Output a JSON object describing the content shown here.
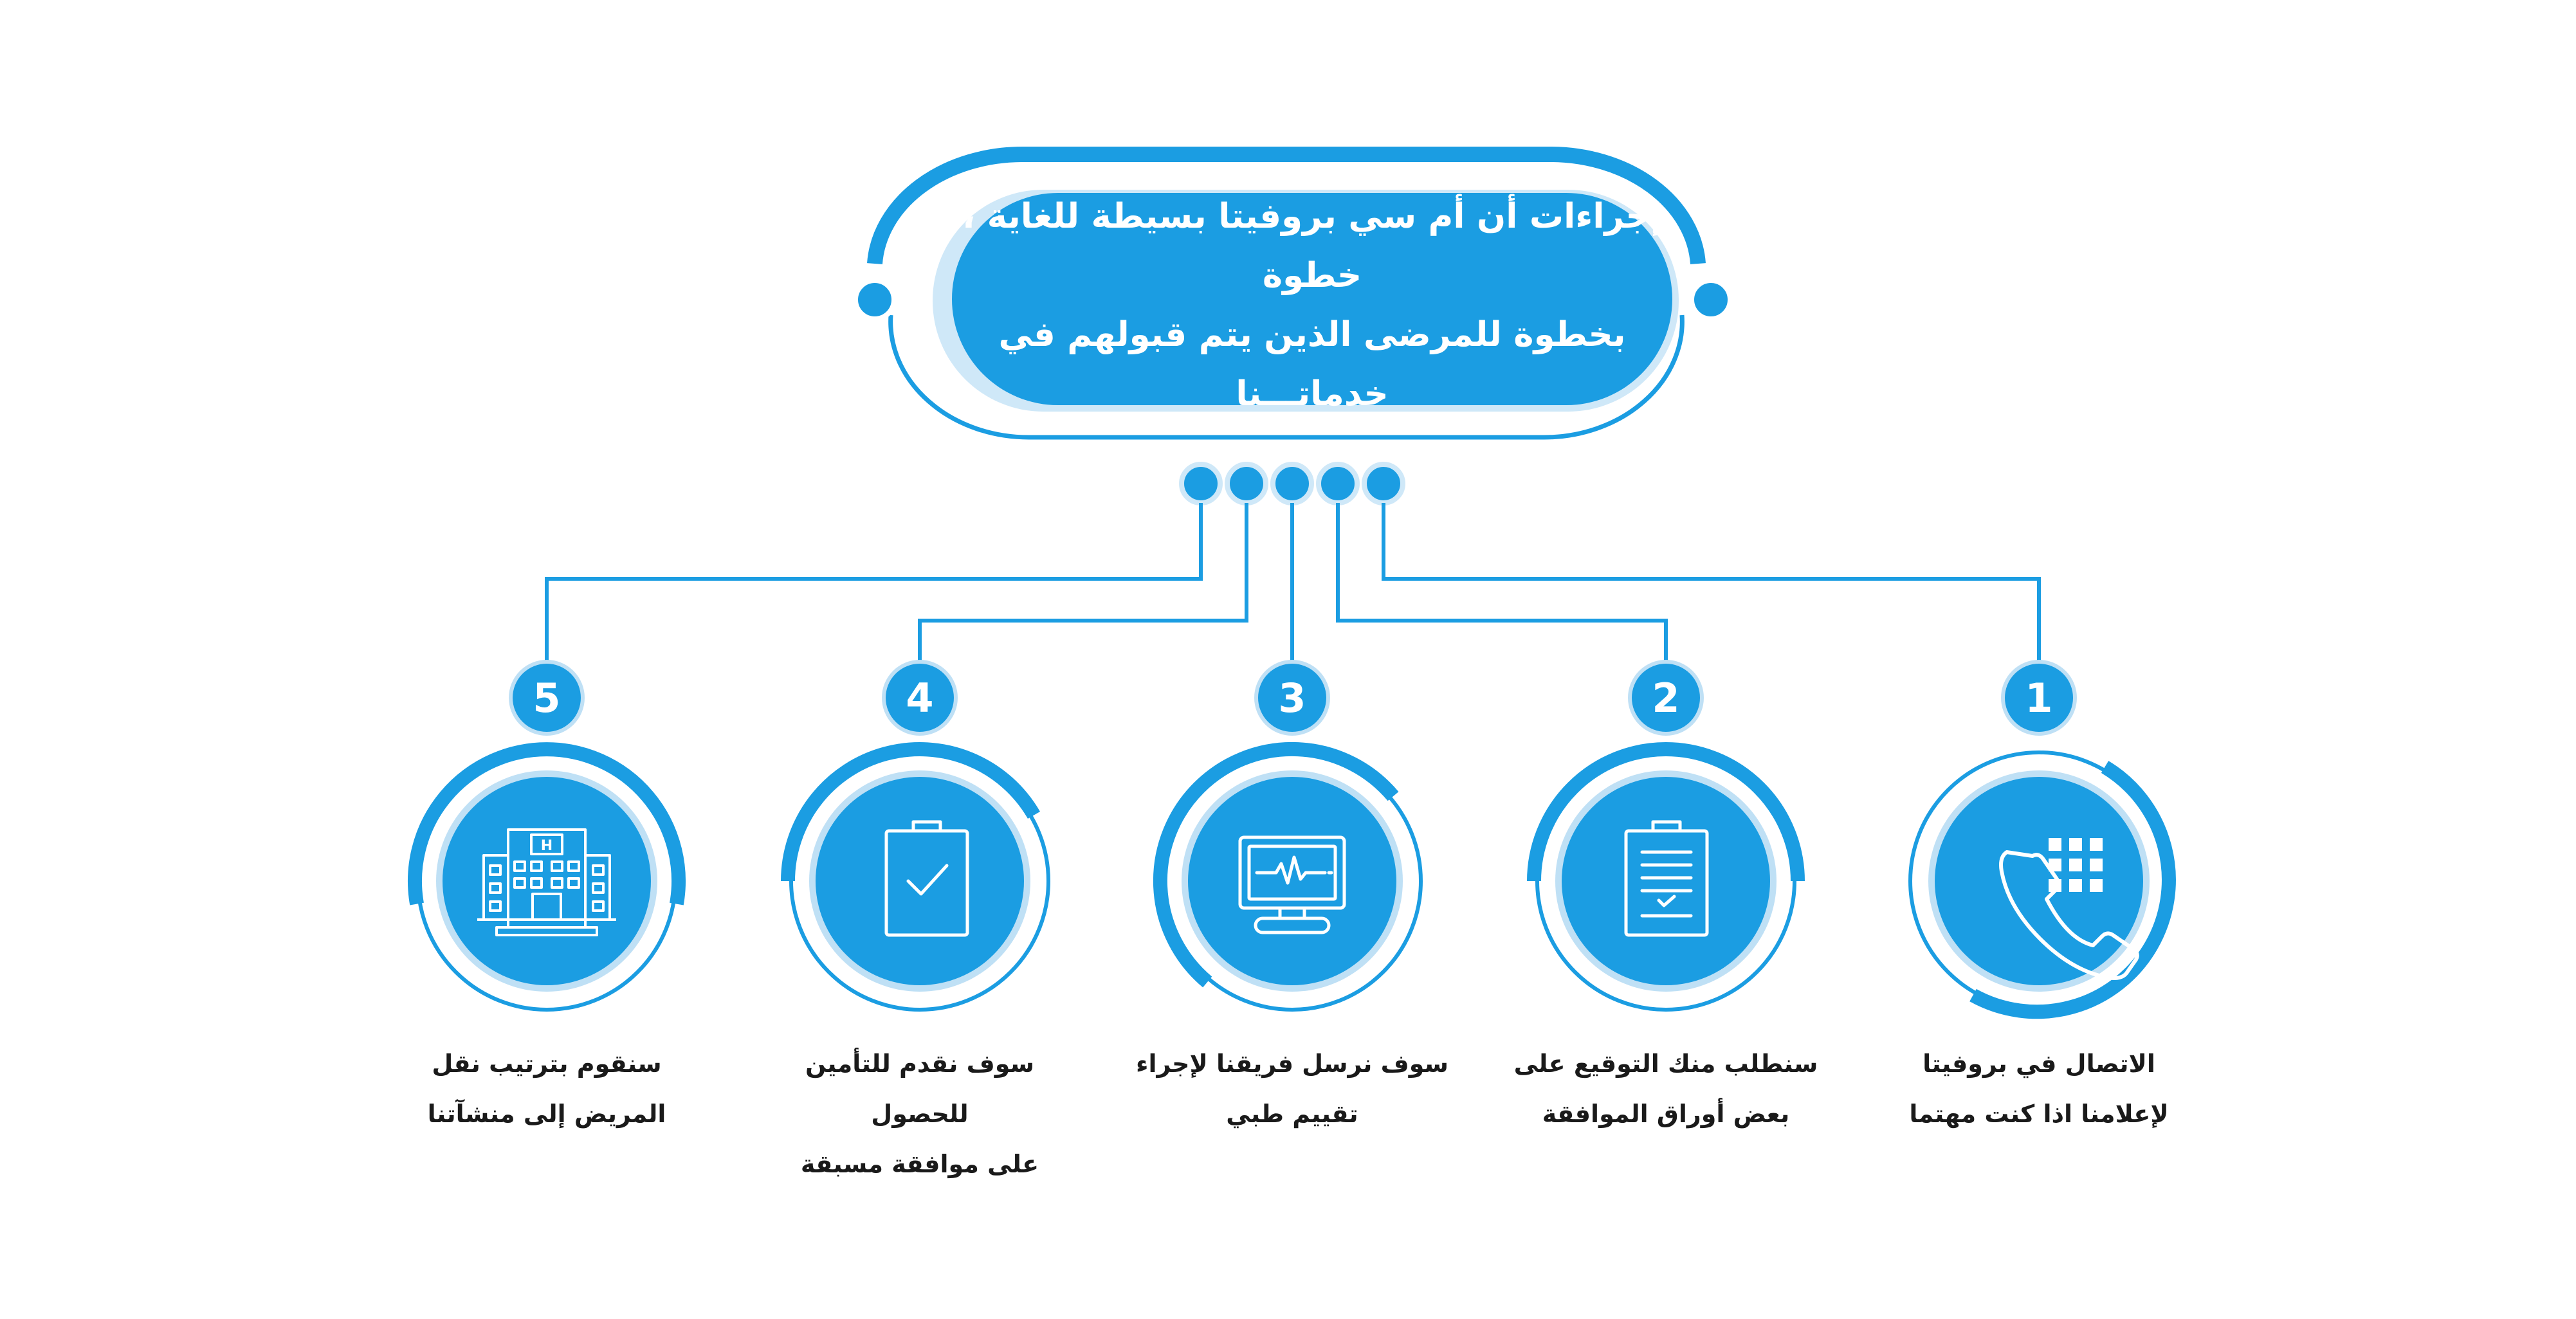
{
  "header": {
    "line1": "إجراءات أن أم سي بروفيتا بسيطة للغاية ، خطوة",
    "line2": "بخطوة للمرضى الذين يتم قبولهم في خدماتـــنا"
  },
  "colors": {
    "primary": "#1b9de2",
    "light": "#bfe0f5",
    "text": "#1a1a1a"
  },
  "steps": [
    {
      "number": "1",
      "icon": "phone-keypad-icon",
      "line1": "الاتصال في بروفيتا",
      "line2": "لإعلامنا اذا كنت مهتما"
    },
    {
      "number": "2",
      "icon": "document-clipboard-icon",
      "line1": "سنطلب منك التوقيع على",
      "line2": "بعض أوراق الموافقة"
    },
    {
      "number": "3",
      "icon": "heart-monitor-icon",
      "line1": "سوف نرسل فريقنا لإجراء",
      "line2": "تقييم طبي"
    },
    {
      "number": "4",
      "icon": "clipboard-check-icon",
      "line1": "سوف نقدم للتأمين للحصول",
      "line2": "على موافقة مسبقة"
    },
    {
      "number": "5",
      "icon": "hospital-building-icon",
      "line1": "سنقوم بترتيب نقل",
      "line2": "المريض إلى منشآتنا"
    }
  ]
}
